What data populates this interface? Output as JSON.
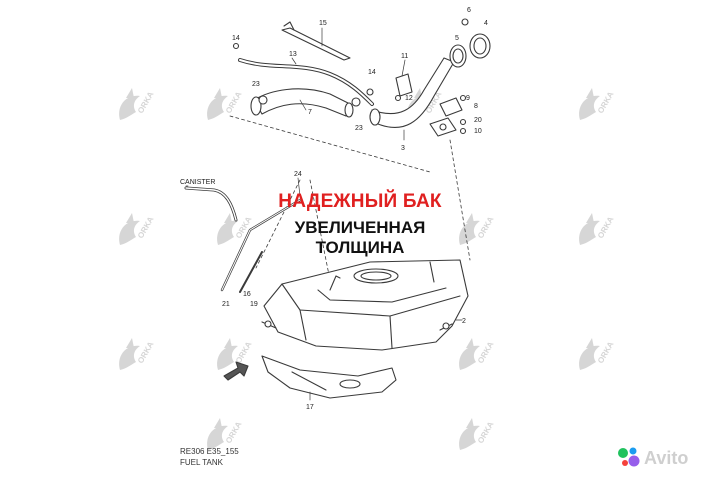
{
  "colors": {
    "background": "#ffffff",
    "line": "#3a3a3a",
    "headline": "#e02020",
    "watermark": "#d6d6d6",
    "avito_blue": "#1a9cf0",
    "avito_green": "#20c25e",
    "avito_red": "#f5413b",
    "avito_purple": "#965eeb"
  },
  "promo": {
    "headline": "НАДЕЖНЫЙ БАК",
    "line1": "УВЕЛИЧЕННАЯ",
    "line2": "ТОЛЩИНА"
  },
  "diagram": {
    "code": "RE306 E35_155",
    "title": "FUEL TANK",
    "canister_label": "CANISTER",
    "part_labels": [
      "15",
      "6",
      "4",
      "5",
      "14",
      "13",
      "11",
      "23",
      "14",
      "12",
      "9",
      "8",
      "7",
      "23",
      "20",
      "10",
      "3",
      "24",
      "21",
      "16",
      "19",
      "2",
      "17"
    ]
  },
  "watermark": {
    "text": "ORKA",
    "icon": "orca-logo-icon"
  },
  "avito_logo": {
    "text": "Avito",
    "icon": "avito-dots-icon"
  }
}
